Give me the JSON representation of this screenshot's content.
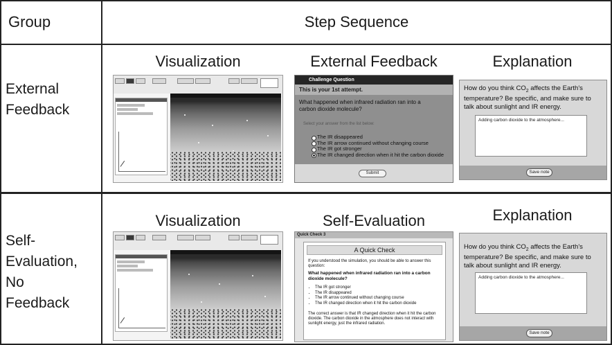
{
  "table": {
    "header": {
      "group": "Group",
      "step_sequence": "Step Sequence"
    },
    "rows": [
      {
        "group_label_lines": [
          "External",
          "Feedback"
        ],
        "columns": [
          "Visualization",
          "External Feedback",
          "Explanation"
        ]
      },
      {
        "group_label_lines": [
          "Self-",
          "Evaluation,",
          "No",
          "Feedback"
        ],
        "columns": [
          "Visualization",
          "Self-Evaluation",
          "Explanation"
        ]
      }
    ]
  },
  "visualization": {
    "panel_title": "Global Temperature"
  },
  "external_feedback": {
    "title": "Challenge Question",
    "attempt": "This is your 1st attempt.",
    "question": "What happened when infrared radiation ran into a carbon dioxide molecule?",
    "select_prompt": "Select your answer from the list below:",
    "options": [
      "The IR disappeared",
      "The IR arrow continued without changing course",
      "The IR got stronger",
      "The IR changed direction when it hit the carbon dioxide"
    ],
    "selected_index": 3,
    "submit": "Submit"
  },
  "explanation": {
    "prompt_pre": "How do you think CO",
    "prompt_sub": "2",
    "prompt_post": " affects the Earth's temperature? Be specific, and make sure to talk about sunlight and IR energy.",
    "answer": "Adding carbon dioxide to the atmosphere...",
    "save": "Save note"
  },
  "self_evaluation": {
    "bar_title": "Quick Check 3",
    "heading": "A Quick Check",
    "intro": "If you understood the simulation, you should be able to answer this question:",
    "question": "What happened when infrared radiation ran into a carbon dioxide molecule?",
    "options": [
      "The IR got stronger",
      "The IR disappeared",
      "The IR arrow continued without changing course",
      "The IR changed direction when it hit the carbon dioxide"
    ],
    "answer": "The correct answer is that IR changed direction when it hit the carbon dioxide. The carbon dioxide in the atmosphere does not interact with sunlight energy, just the infrared radiation."
  }
}
